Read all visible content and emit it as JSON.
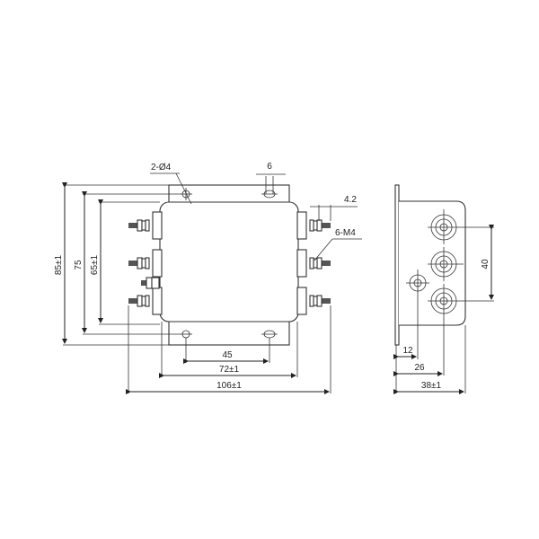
{
  "drawing": {
    "front_view": {
      "labels": {
        "holes": "2-Ø4",
        "slot_width": "6",
        "stud_length": "4.2",
        "thread": "6-M4",
        "height_overall": "85±1",
        "hole_pitch_v": "75",
        "body_height": "65±1",
        "hole_pitch_h": "45",
        "body_width": "72±1",
        "width_overall": "106±1"
      }
    },
    "side_view": {
      "labels": {
        "terminal_pitch": "40",
        "ground_offset": "12",
        "terminal_offset": "26",
        "depth_overall": "38±1"
      }
    },
    "colors": {
      "line": "#222222",
      "background": "#ffffff"
    }
  }
}
